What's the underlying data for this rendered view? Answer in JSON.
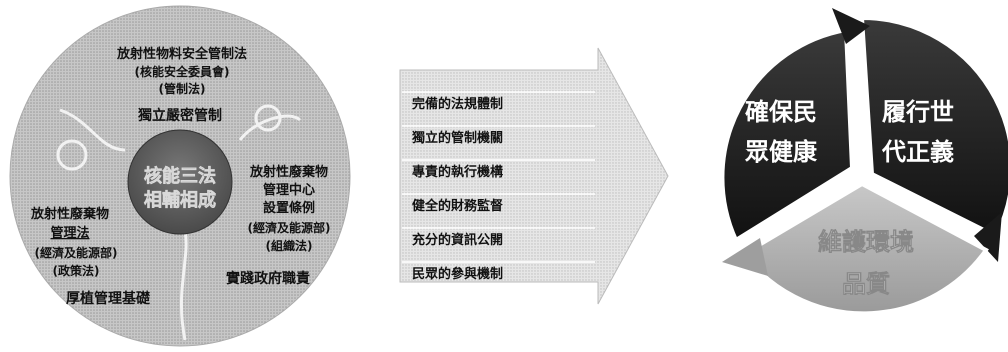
{
  "left_circle": {
    "center": {
      "line1": "核能三法",
      "line2": "相輔相成"
    },
    "top": {
      "line1": "放射性物料安全管制法",
      "line2": "(核能安全委員會)",
      "line3": "(管制法)",
      "line4": "獨立嚴密管制"
    },
    "right": {
      "line1": "放射性廢棄物",
      "line2": "管理中心",
      "line3": "設置條例",
      "line4": "(經濟及能源部)",
      "line5": "(組織法)",
      "line6": "實踐政府職責"
    },
    "left": {
      "line1": "放射性廢棄物",
      "line2": "管理法",
      "line3": "(經濟及能源部)",
      "line4": "(政策法)",
      "line5": "厚植管理基礎"
    }
  },
  "arrow_list": {
    "items": [
      "完備的法規體制",
      "獨立的管制機關",
      "專責的執行機構",
      "健全的財務監督",
      "充分的資訊公開",
      "民眾的參與機制"
    ]
  },
  "cycle": {
    "segments": [
      {
        "line1": "確保民",
        "line2": "眾健康"
      },
      {
        "line1": "履行世",
        "line2": "代正義"
      },
      {
        "line1": "維護環境",
        "line2": "品質"
      }
    ]
  },
  "colors": {
    "circle_gray": "#bdbdbd",
    "center_dark": "#5a5a5a",
    "segment_dark": "#222222",
    "segment_light": "#a8a8a8",
    "arrow_gray": "#d6d6d6"
  }
}
